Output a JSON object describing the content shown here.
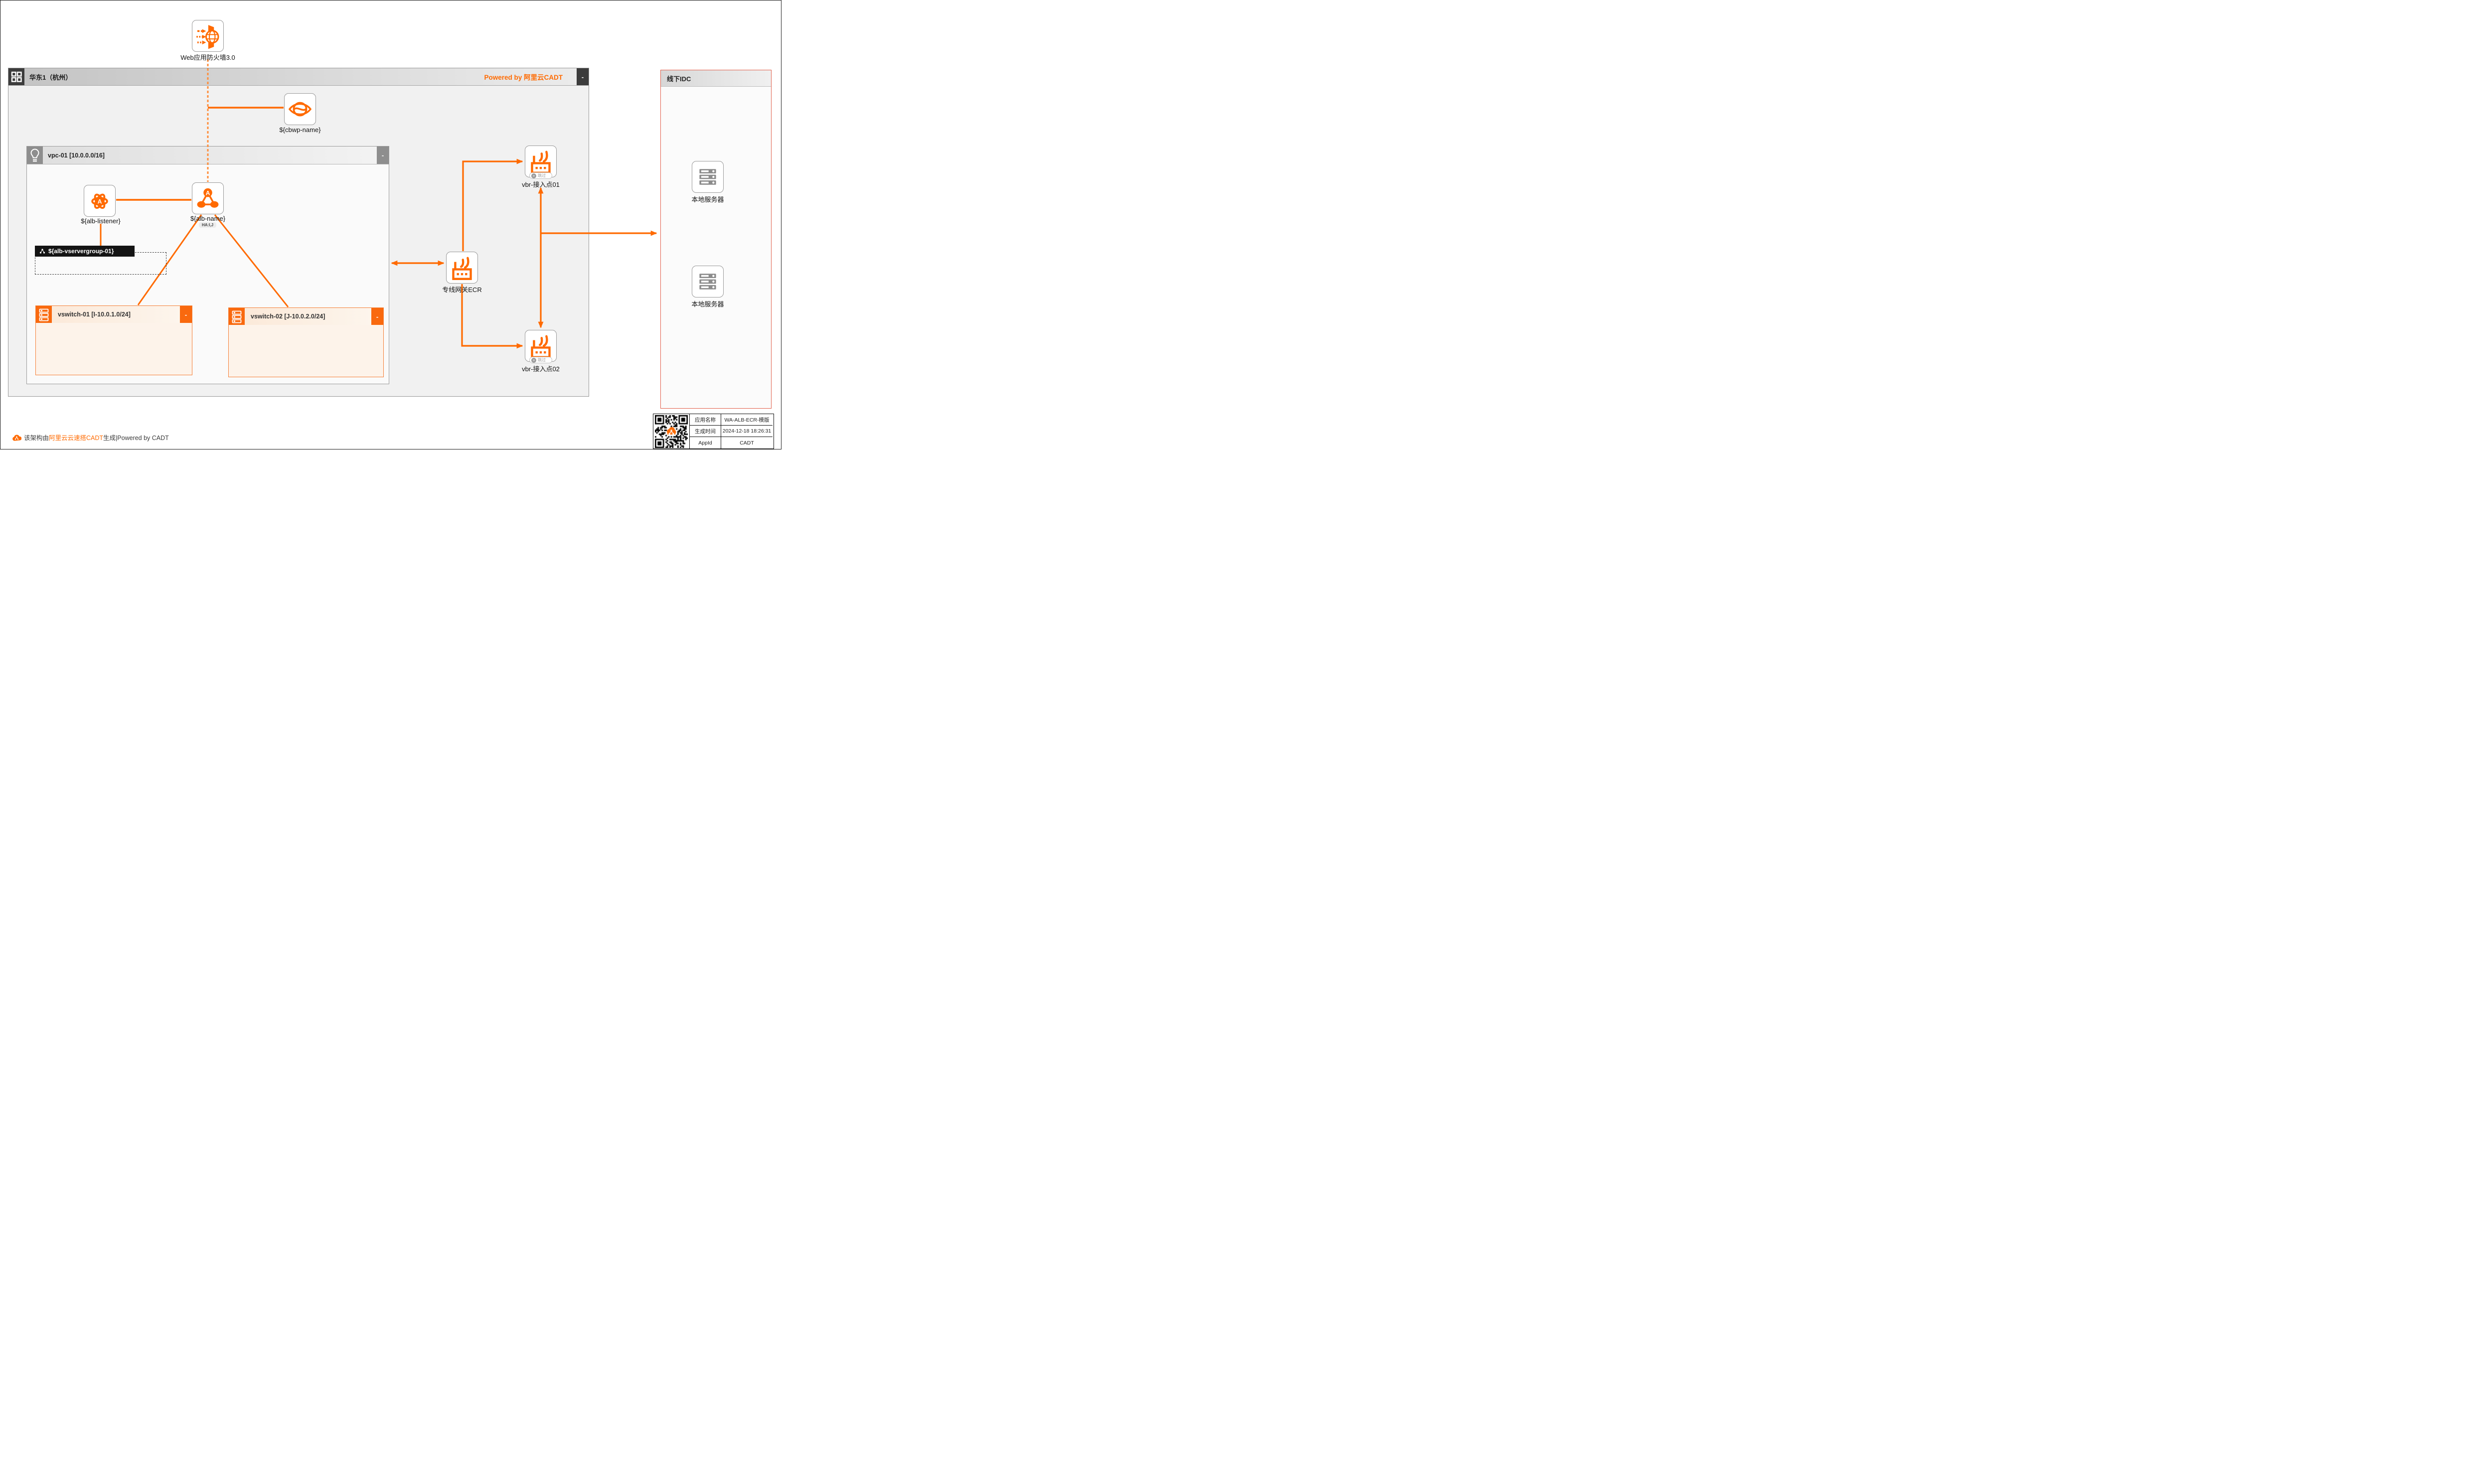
{
  "colors": {
    "accent_orange": "#FF6A00",
    "dashed_orange": "#FF8E3C",
    "idc_border": "#E0604C",
    "region_icon_bg": "#3C3C3C",
    "vpc_icon_bg": "#8E8E8E",
    "vswitch_icon_bg": "#F9690E"
  },
  "waf": {
    "label": "Web应用防火墙3.0"
  },
  "cbwp": {
    "label": "${cbwp-name}"
  },
  "region": {
    "title": "华东1（杭州）",
    "powered_by": "Powered by 阿里云CADT",
    "collapse_label": "-"
  },
  "vpc": {
    "title": "vpc-01 [10.0.0.0/16]",
    "collapse_label": "-"
  },
  "alb_listener": {
    "label": "${alb-listener}"
  },
  "alb": {
    "label": "${alb-name}",
    "ha_badge": "HA:I,J"
  },
  "vservergroup": {
    "label": "${alb-vservergroup-01}"
  },
  "vswitches": [
    {
      "title": "vswitch-01 [I-10.0.1.0/24]",
      "collapse_label": "-"
    },
    {
      "title": "vswitch-02 [J-10.0.2.0/24]",
      "collapse_label": "-"
    }
  ],
  "ecr": {
    "label": "专线网关ECR"
  },
  "vbrs": [
    {
      "label": "vbr-接入点01",
      "badge": "跳过"
    },
    {
      "label": "vbr-接入点02",
      "badge": "跳过"
    }
  ],
  "idc": {
    "title": "线下IDC",
    "servers": [
      {
        "label": "本地服务器"
      },
      {
        "label": "本地服务器"
      }
    ]
  },
  "footer": {
    "prefix": "该架构由",
    "brand": "阿里云云速搭CADT",
    "suffix": "生成|Powered by CADT"
  },
  "info_table": {
    "rows": [
      {
        "label": "应用名称",
        "value": "WA-ALB-ECR-模版"
      },
      {
        "label": "生成时间",
        "value": "2024-12-18 18:26:31"
      },
      {
        "label": "AppId",
        "value": "CADT"
      }
    ]
  }
}
